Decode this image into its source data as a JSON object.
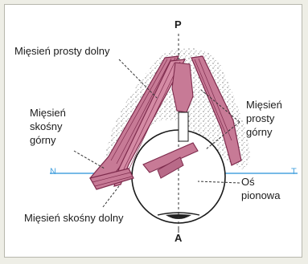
{
  "labels": {
    "inferior_rectus": "Mięsień prosty dolny",
    "superior_oblique": "Mięsień\nskośny\ngórny",
    "superior_rectus": "Mięsień\nprosty\ngórny",
    "vertical_axis": "Oś\npionowa",
    "inferior_oblique": "Mięsień skośny dolny"
  },
  "letters": {
    "posterior": "P",
    "anterior": "A",
    "nasal": "N",
    "temporal": "T"
  },
  "colors": {
    "frame_bg": "#eeeee6",
    "muscle": "#c77a96",
    "muscle_dark": "#7d2a4c",
    "stipple": "#7a7a7a",
    "axis_line": "#4aa3df",
    "outline": "#1a1a1a"
  }
}
